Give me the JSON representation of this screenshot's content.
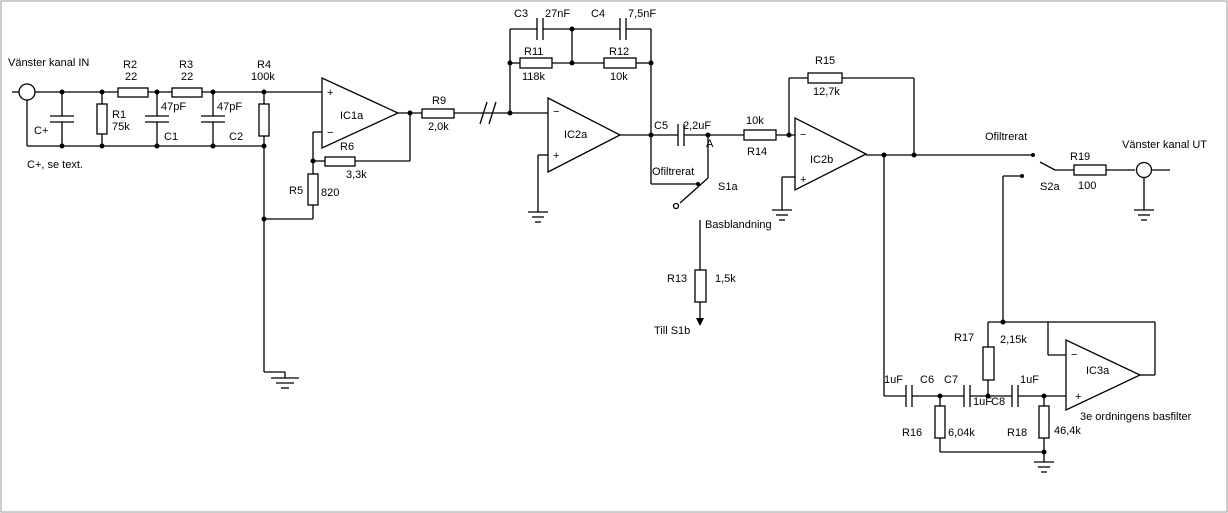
{
  "labels": {
    "in": "Vänster kanal IN",
    "out": "Vänster kanal UT",
    "cplus": "C+",
    "cplus_note": "C+, se text.",
    "ofiltrerat1": "Ofiltrerat",
    "ofiltrerat2": "Ofiltrerat",
    "basblandning": "Basblandning",
    "till_s1b": "Till S1b",
    "s1a": "S1a",
    "s2a": "S2a",
    "node_a": "A",
    "filter_note": "3e ordningens basfilter",
    "plus": "+",
    "minus": "−"
  },
  "components": {
    "R1": {
      "ref": "R1",
      "value": "75k"
    },
    "R2": {
      "ref": "R2",
      "value": "22"
    },
    "R3": {
      "ref": "R3",
      "value": "22"
    },
    "R4": {
      "ref": "R4",
      "value": "100k"
    },
    "R5": {
      "ref": "R5",
      "value": "820"
    },
    "R6": {
      "ref": "R6",
      "value": "3,3k"
    },
    "R9": {
      "ref": "R9",
      "value": "2,0k"
    },
    "R11": {
      "ref": "R11",
      "value": "118k"
    },
    "R12": {
      "ref": "R12",
      "value": "10k"
    },
    "R13": {
      "ref": "R13",
      "value": "1,5k"
    },
    "R14": {
      "ref": "R14",
      "value": "10k"
    },
    "R15": {
      "ref": "R15",
      "value": "12,7k"
    },
    "R16": {
      "ref": "R16",
      "value": "6,04k"
    },
    "R17": {
      "ref": "R17",
      "value": "2,15k"
    },
    "R18": {
      "ref": "R18",
      "value": "46,4k"
    },
    "R19": {
      "ref": "R19",
      "value": "100"
    },
    "C1": {
      "ref": "C1",
      "value": "47pF"
    },
    "C2": {
      "ref": "C2",
      "value": "47pF"
    },
    "C3": {
      "ref": "C3",
      "value": "27nF"
    },
    "C4": {
      "ref": "C4",
      "value": "7,5nF"
    },
    "C5": {
      "ref": "C5",
      "value": "2,2uF"
    },
    "C6": {
      "ref": "C6",
      "value": "1uF"
    },
    "C7": {
      "ref": "C7",
      "value": "1uF"
    },
    "C8": {
      "ref": "C8",
      "value": "1uF"
    },
    "IC1a": {
      "ref": "IC1a"
    },
    "IC2a": {
      "ref": "IC2a"
    },
    "IC2b": {
      "ref": "IC2b"
    },
    "IC3a": {
      "ref": "IC3a"
    }
  }
}
